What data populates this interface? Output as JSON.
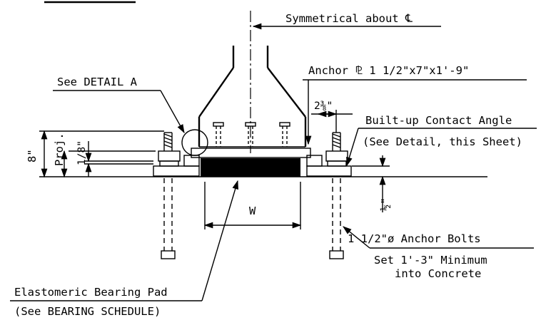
{
  "labels": {
    "symmetrical": "Symmetrical about ℄",
    "detail_a": "See DETAIL A",
    "anchor_plate": "Anchor ⅊ 1 1/2\"x7\"x1'-9\"",
    "dim_2_3_8": "2⅜\"",
    "contact_angle": "Built-up Contact Angle",
    "contact_angle_ref": "(See Detail, this Sheet)",
    "dim_8": "8\"",
    "proj": "Proj.",
    "dim_1_8": "1/8\"",
    "dim_half": "½\"",
    "dim_w": "W",
    "anchor_bolts": "1 1/2\"ø Anchor Bolts",
    "set_min": "Set 1'-3\" Minimum",
    "into_concrete": "into Concrete",
    "bearing_pad": "Elastomeric Bearing Pad",
    "bearing_schedule": "(See BEARING SCHEDULE)"
  }
}
